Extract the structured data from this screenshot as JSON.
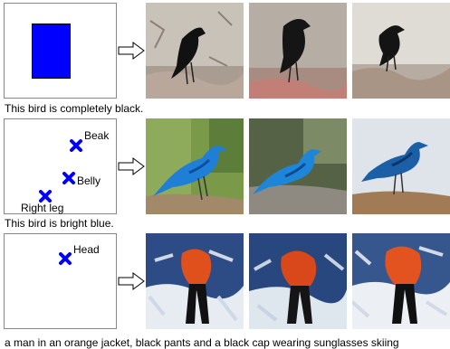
{
  "rows": [
    {
      "caption": "This bird is completely black.",
      "condition": {
        "kind": "bounding-box",
        "color": "#0000ff"
      },
      "sample_icons": [
        "black-bird-photo",
        "black-bird-photo",
        "black-bird-photo"
      ]
    },
    {
      "caption": "This bird is bright blue.",
      "condition": {
        "kind": "keypoints",
        "marker_color": "#0000ff",
        "keypoints": [
          {
            "label": "Beak"
          },
          {
            "label": "Belly"
          },
          {
            "label": "Right leg"
          }
        ]
      },
      "sample_icons": [
        "blue-bird-photo",
        "blue-bird-photo",
        "blue-bird-photo"
      ]
    },
    {
      "caption": "a man in an orange jacket, black pants and a black cap wearing sunglasses skiing",
      "condition": {
        "kind": "keypoints",
        "marker_color": "#0000ff",
        "keypoints": [
          {
            "label": "Head"
          }
        ]
      },
      "sample_icons": [
        "skier-photo",
        "skier-photo",
        "skier-photo"
      ]
    }
  ]
}
